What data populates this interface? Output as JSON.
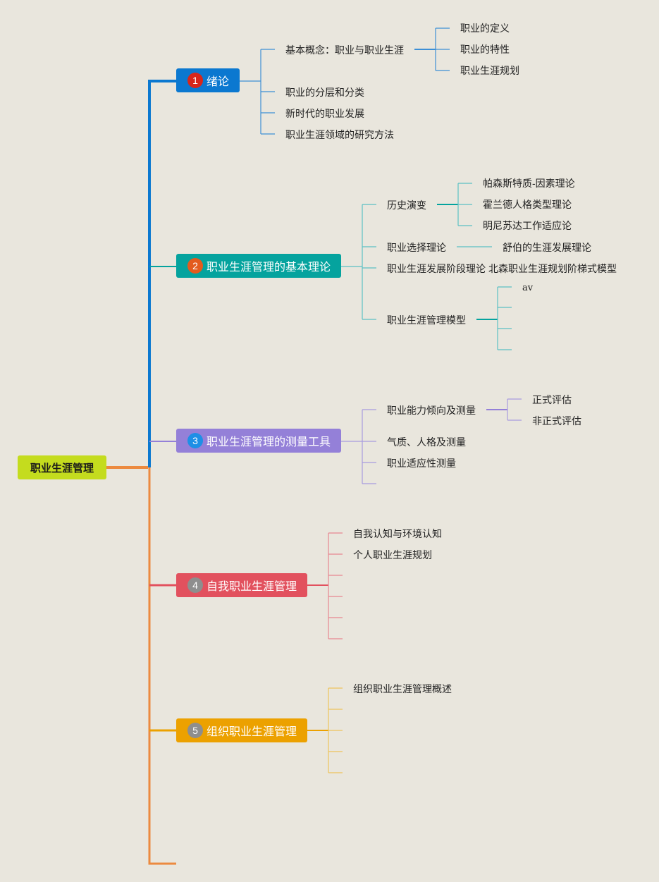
{
  "root": {
    "label": "职业生涯管理",
    "color": "#c4dc1e"
  },
  "branches": [
    {
      "num": "1",
      "label": "绪论",
      "color": "#0b78d0",
      "badge_color": "#d7261b",
      "children": [
        {
          "label": "基本概念：职业与职业生涯",
          "children": [
            "职业的定义",
            "职业的特性",
            "职业生涯规划"
          ]
        },
        {
          "label": "职业的分层和分类"
        },
        {
          "label": "新时代的职业发展"
        },
        {
          "label": "职业生涯领域的研究方法"
        }
      ]
    },
    {
      "num": "2",
      "label": "职业生涯管理的基本理论",
      "color": "#05a39e",
      "badge_color": "#e35b1e",
      "children": [
        {
          "label": "历史演变",
          "children": [
            "帕森斯特质-因素理论",
            "霍兰德人格类型理论",
            "明尼苏达工作适应论"
          ]
        },
        {
          "label": "职业选择理论",
          "children": [
            "舒伯的生涯发展理论"
          ]
        },
        {
          "label": "职业生涯发展阶段理论",
          "children": [
            "北森职业生涯规划阶梯式模型"
          ]
        },
        {
          "label": "职业生涯管理模型",
          "children": [
            "av",
            "",
            "",
            ""
          ]
        }
      ]
    },
    {
      "num": "3",
      "label": "职业生涯管理的测量工具",
      "color": "#9480d8",
      "badge_color": "#1e8fe6",
      "children": [
        {
          "label": "职业能力倾向及测量",
          "children": [
            "正式评估",
            "非正式评估"
          ]
        },
        {
          "label": "气质、人格及测量"
        },
        {
          "label": "职业适应性测量"
        },
        {
          "label": ""
        }
      ]
    },
    {
      "num": "4",
      "label": "自我职业生涯管理",
      "color": "#e2515e",
      "badge_color": "#8e8e8e",
      "children": [
        {
          "label": "自我认知与环境认知"
        },
        {
          "label": "个人职业生涯规划"
        },
        {
          "label": ""
        },
        {
          "label": ""
        },
        {
          "label": ""
        },
        {
          "label": ""
        }
      ]
    },
    {
      "num": "5",
      "label": "组织职业生涯管理",
      "color": "#eca100",
      "badge_color": "#8e8e8e",
      "children": [
        {
          "label": "组织职业生涯管理概述"
        },
        {
          "label": ""
        },
        {
          "label": ""
        },
        {
          "label": ""
        },
        {
          "label": ""
        }
      ]
    }
  ],
  "trunk_colors": {
    "upper": "#0b78d0",
    "lower": "#ec8a3f"
  }
}
